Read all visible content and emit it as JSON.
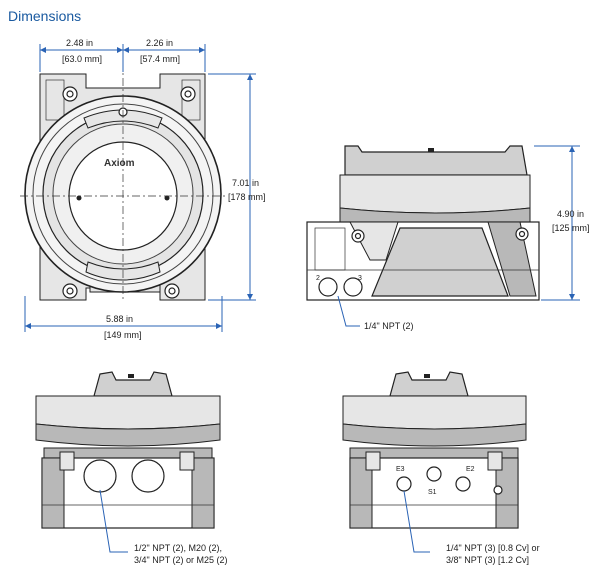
{
  "title": "Dimensions",
  "logo_text": "Axiom",
  "dimensions": {
    "left_width": {
      "in": "2.48 in",
      "mm": "[63.0 mm]"
    },
    "right_width": {
      "in": "2.26 in",
      "mm": "[57.4 mm]"
    },
    "total_height": {
      "in": "7.01 in",
      "mm": "[178 mm]"
    },
    "total_width": {
      "in": "5.88 in",
      "mm": "[149 mm]"
    },
    "side_height": {
      "in": "4.90 in",
      "mm": "[125 mm]"
    }
  },
  "port_labels": {
    "p2": "2",
    "p3": "3",
    "e3": "E3",
    "s1": "S1",
    "e2": "E2"
  },
  "callouts": {
    "side_npt": "1/4\" NPT (2)",
    "front_conduit_1": "1/2\" NPT (2), M20 (2),",
    "front_conduit_2": "3/4\" NPT (2) or M25 (2)",
    "back_npt_1": "1/4\" NPT (3) [0.8 Cv] or",
    "back_npt_2": "3/8\" NPT (3) [1.2 Cv]"
  }
}
